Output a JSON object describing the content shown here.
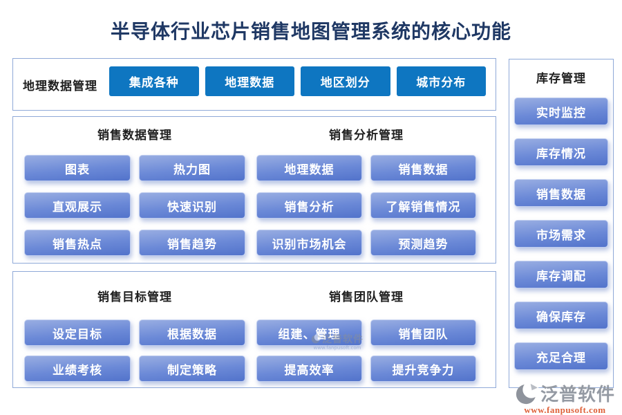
{
  "title": "半导体行业芯片销售地图管理系统的核心功能",
  "geo_section": {
    "label": "地理数据管理",
    "buttons": [
      "集成各种",
      "地理数据",
      "地区划分",
      "城市分布"
    ]
  },
  "sales_data_section": {
    "title": "销售数据管理",
    "buttons": [
      "图表",
      "热力图",
      "直观展示",
      "快速识别",
      "销售热点",
      "销售趋势"
    ]
  },
  "sales_analysis_section": {
    "title": "销售分析管理",
    "buttons": [
      "地理数据",
      "销售数据",
      "销售分析",
      "了解销售情况",
      "识别市场机会",
      "预测趋势"
    ]
  },
  "sales_target_section": {
    "title": "销售目标管理",
    "buttons": [
      "设定目标",
      "根据数据",
      "业绩考核",
      "制定策略"
    ]
  },
  "sales_team_section": {
    "title": "销售团队管理",
    "buttons": [
      "组建、管理",
      "销售团队",
      "提高效率",
      "提升竞争力"
    ]
  },
  "inventory_section": {
    "title": "库存管理",
    "buttons": [
      "实时监控",
      "库存情况",
      "销售数据",
      "市场需求",
      "库存调配",
      "确保库存",
      "充足合理"
    ]
  },
  "logo": {
    "name": "泛普软件",
    "url": "www.fanpusoft.com"
  },
  "watermark": {
    "name": "泛普软件",
    "url": "www.fanpusoft.com"
  },
  "colors": {
    "title": "#1F3864",
    "flat_button": "#0E76C1",
    "gradient_top": "#98ADE2",
    "gradient_bottom": "#5273CB",
    "box_border": "#8FA9D8",
    "logo_gray": "#949AA3",
    "logo_url_orange": "#DE6038"
  }
}
